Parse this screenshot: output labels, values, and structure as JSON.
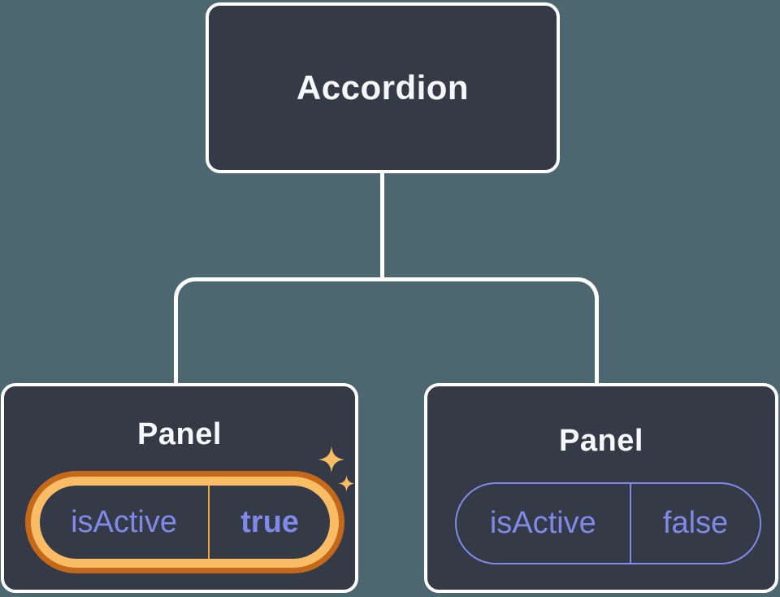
{
  "diagram": {
    "root": {
      "label": "Accordion"
    },
    "panels": [
      {
        "label": "Panel",
        "state": {
          "key": "isActive",
          "value": "true"
        },
        "highlighted": true
      },
      {
        "label": "Panel",
        "state": {
          "key": "isActive",
          "value": "false"
        },
        "highlighted": false
      }
    ]
  },
  "colors": {
    "background": "#4C6770",
    "node_fill": "#343A46",
    "node_border": "#FFFFFF",
    "node_text": "#F6F7F9",
    "state_purple": "#8089E8",
    "highlight_orange_dark": "#C4681A",
    "highlight_orange_light": "#FBBC66",
    "highlight_divider": "#ECA23D",
    "sparkle": "#F9BC63"
  }
}
